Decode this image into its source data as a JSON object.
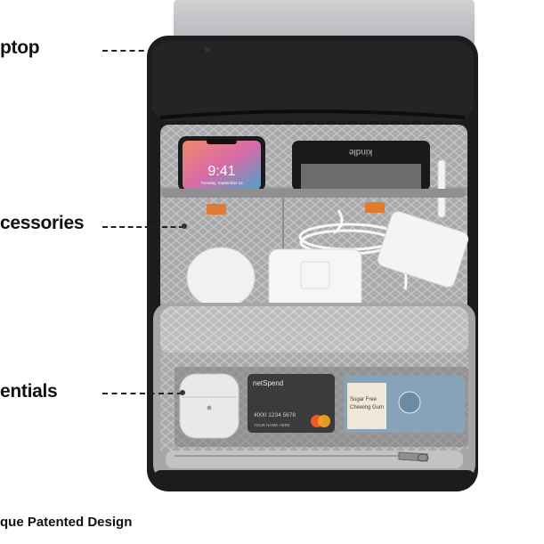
{
  "callouts": {
    "laptop": "ptop",
    "accessories": "cessories",
    "essentials": "entials"
  },
  "footer": "que Patented Design",
  "phone": {
    "time": "9:41",
    "date": "Tuesday, September 12"
  },
  "ereader": {
    "brand": "kindle"
  },
  "card": {
    "brand": "netSpend",
    "number": "4000 1234 5678",
    "name": "YOUR NAME HERE",
    "network": "mastercard"
  },
  "wipes": {
    "line1": "Sugar Free",
    "line2": "Chewing Gum"
  },
  "colors": {
    "bag_black": "#1c1c1e",
    "liner_gray": "#b9b9bb",
    "accent_orange": "#e07a2f"
  }
}
